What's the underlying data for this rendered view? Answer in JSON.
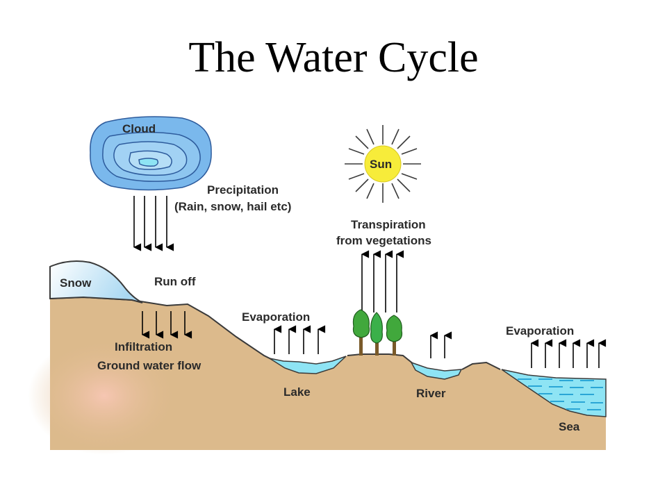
{
  "title": "The Water Cycle",
  "labels": {
    "cloud": "Cloud",
    "sun": "Sun",
    "precipitation": "Precipitation",
    "precipitation_detail": "(Rain, snow, hail etc)",
    "transpiration": "Transpiration",
    "transpiration_detail": "from vegetations",
    "snow": "Snow",
    "run_off": "Run off",
    "evaporation_lake": "Evaporation",
    "evaporation_sea": "Evaporation",
    "infiltration": "Infiltration",
    "ground_water_flow": "Ground water flow",
    "lake": "Lake",
    "river": "River",
    "sea": "Sea"
  },
  "colors": {
    "ground": "#dcba8c",
    "ground_pink": "#f2c4a6",
    "water": "#8ee4f4",
    "water_wave": "#2aa6d6",
    "cloud": "#7ab8ec",
    "sun": "#f7ec3a",
    "tree": "#41a83c"
  }
}
